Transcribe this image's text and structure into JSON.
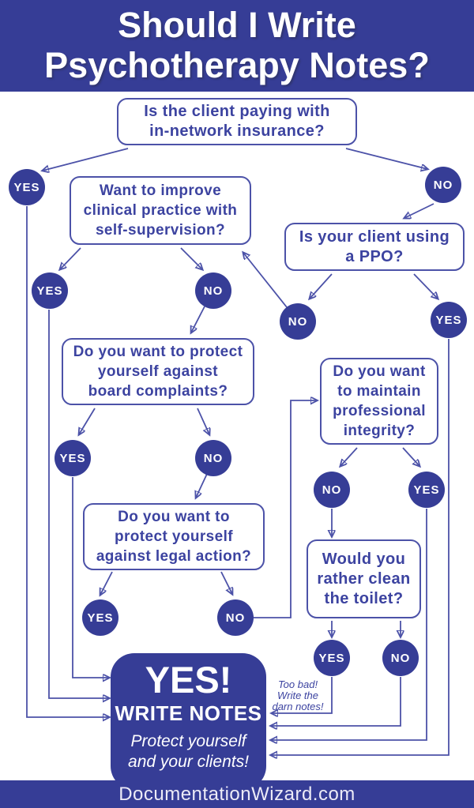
{
  "header": {
    "title": "Should I Write\nPsychotherapy Notes?"
  },
  "footer": {
    "site": "DocumentationWizard.com"
  },
  "colors": {
    "indigo": "#363D96",
    "line": "#4C52A8",
    "box_text": "#3C43A0",
    "box_border": "#4C52A8",
    "white": "#FFFFFF"
  },
  "questions": [
    {
      "id": "q1",
      "text": "Is the client paying with\nin-network insurance?"
    },
    {
      "id": "q2",
      "text": "Want to improve\nclinical practice with\nself-supervision?"
    },
    {
      "id": "q3",
      "text": "Is your client using\na PPO?"
    },
    {
      "id": "q4",
      "text": "Do you want to protect\nyourself against\nboard complaints?"
    },
    {
      "id": "q5",
      "text": "Do you want to\nprotect yourself\nagainst legal action?"
    },
    {
      "id": "q6",
      "text": "Do you want\nto maintain\nprofessional\nintegrity?"
    },
    {
      "id": "q7",
      "text": "Would you\nrather clean\nthe toilet?"
    }
  ],
  "answers": [
    {
      "id": "a1",
      "label": "YES"
    },
    {
      "id": "a2",
      "label": "NO"
    },
    {
      "id": "a3",
      "label": "YES"
    },
    {
      "id": "a4",
      "label": "NO"
    },
    {
      "id": "a5",
      "label": "NO"
    },
    {
      "id": "a6",
      "label": "YES"
    },
    {
      "id": "a7",
      "label": "YES"
    },
    {
      "id": "a8",
      "label": "NO"
    },
    {
      "id": "a9",
      "label": "YES"
    },
    {
      "id": "a10",
      "label": "NO"
    },
    {
      "id": "a11",
      "label": "NO"
    },
    {
      "id": "a12",
      "label": "YES"
    },
    {
      "id": "a13",
      "label": "YES"
    },
    {
      "id": "a14",
      "label": "NO"
    }
  ],
  "result_box": {
    "line1": "YES!",
    "line2": "WRITE NOTES",
    "line3": "Protect yourself\nand your clients!"
  },
  "annotation": {
    "text": "Too bad!\nWrite the\ndarn notes!"
  },
  "edges": [
    {
      "from": "q1",
      "to": "a1"
    },
    {
      "from": "q1",
      "to": "a2"
    },
    {
      "from": "a2",
      "to": "q3"
    },
    {
      "from": "q2",
      "to": "a3"
    },
    {
      "from": "q2",
      "to": "a4"
    },
    {
      "from": "a4",
      "to": "q4"
    },
    {
      "from": "q3",
      "to": "a5"
    },
    {
      "from": "q3",
      "to": "a6"
    },
    {
      "from": "a5",
      "to": "q2"
    },
    {
      "from": "q4",
      "to": "a7"
    },
    {
      "from": "q4",
      "to": "a8"
    },
    {
      "from": "a8",
      "to": "q5"
    },
    {
      "from": "q5",
      "to": "a9"
    },
    {
      "from": "q5",
      "to": "a10"
    },
    {
      "from": "a1",
      "to": "result"
    },
    {
      "from": "a3",
      "to": "result"
    },
    {
      "from": "a7",
      "to": "result"
    },
    {
      "from": "a10",
      "to": "q6"
    },
    {
      "from": "q6",
      "to": "a11"
    },
    {
      "from": "q6",
      "to": "a12"
    },
    {
      "from": "a11",
      "to": "q7"
    },
    {
      "from": "q7",
      "to": "a13"
    },
    {
      "from": "q7",
      "to": "a14"
    },
    {
      "from": "a13",
      "to": "result"
    },
    {
      "from": "a14",
      "to": "result"
    },
    {
      "from": "a12",
      "to": "result"
    },
    {
      "from": "a6",
      "to": "result"
    }
  ]
}
